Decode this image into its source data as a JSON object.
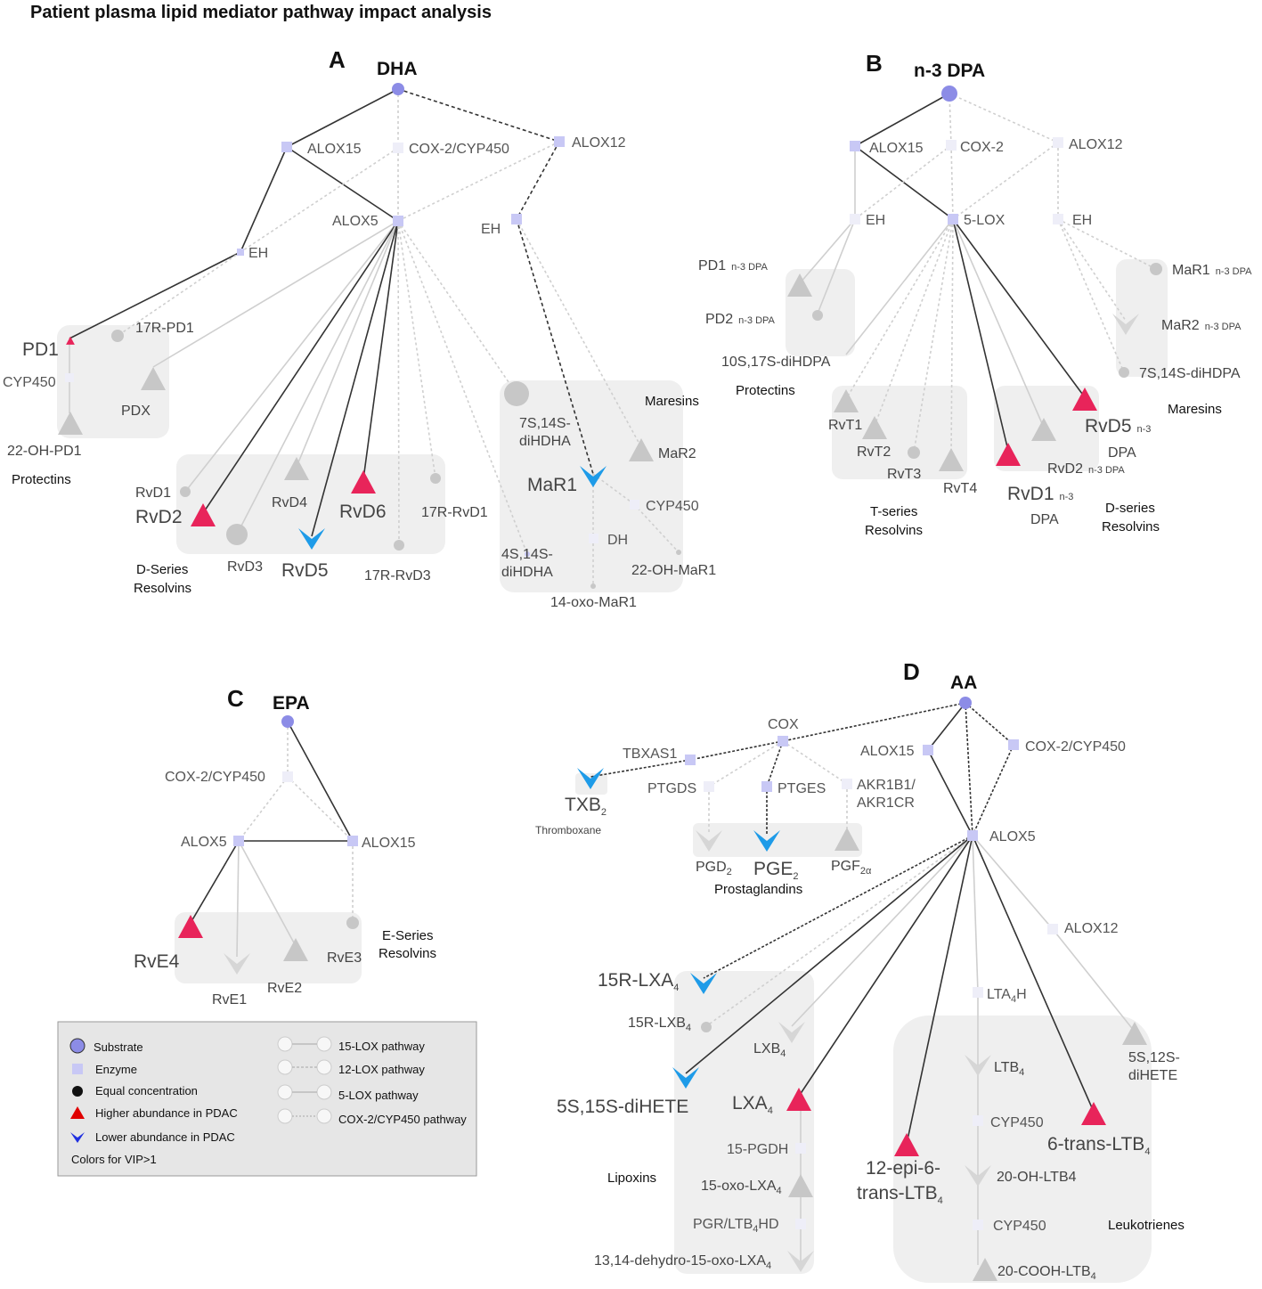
{
  "title": "Patient plasma lipid mediator pathway impact analysis",
  "colors": {
    "substrate": "#8c8ce6",
    "enzyme": "#c8c8f5",
    "enzyme_faint": "#eeeef8",
    "equal": "#c7c7c7",
    "higher": "#e8245a",
    "lower": "#1e9be8",
    "box": "#efefef"
  },
  "panels": {
    "A": {
      "letter": "A",
      "substrate": "DHA",
      "enzymes": {
        "alox15": "ALOX15",
        "cox2cyp": "COX-2/CYP450",
        "alox12": "ALOX12",
        "alox5": "ALOX5",
        "eh1": "EH",
        "eh2": "EH",
        "cyp450_1": "CYP450",
        "cyp450_2": "CYP450",
        "dh": "DH"
      },
      "metabolites": {
        "pd1": "PD1",
        "r17pd1": "17R-PD1",
        "pdx": "PDX",
        "oh22pd1": "22-OH-PD1",
        "rvd1": "RvD1",
        "rvd2": "RvD2",
        "rvd3": "RvD3",
        "rvd4": "RvD4",
        "rvd5": "RvD5",
        "rvd6": "RvD6",
        "r17rvd1": "17R-RvD1",
        "r17rvd3": "17R-RvD3",
        "s7s14a": "7S,14S-",
        "s7s14b": "diHDHA",
        "mar1": "MaR1",
        "mar2": "MaR2",
        "s4s14a": "4S,14S-",
        "s4s14b": "diHDHA",
        "oh22mar1": "22-OH-MaR1",
        "oxo14mar1": "14-oxo-MaR1"
      },
      "groups": {
        "protectins": "Protectins",
        "dres1": "D-Series",
        "dres2": "Resolvins",
        "maresins": "Maresins"
      }
    },
    "B": {
      "letter": "B",
      "substrate": "n-3 DPA",
      "enzymes": {
        "alox15": "ALOX15",
        "cox2": "COX-2",
        "alox12": "ALOX12",
        "eh1": "EH",
        "lox5": "5-LOX",
        "eh2": "EH"
      },
      "metabolites": {
        "pd1": "PD1",
        "pd2": "PD2",
        "diHDPA1017": "10S,17S-diHDPA",
        "mar1": "MaR1",
        "mar2": "MaR2",
        "diHDPA714": "7S,14S-diHDPA",
        "rvt1": "RvT1",
        "rvt2": "RvT2",
        "rvt3": "RvT3",
        "rvt4": "RvT4",
        "rvd1": "RvD1",
        "rvd2": "RvD2",
        "rvd5": "RvD5",
        "dpa": "DPA",
        "dpa2": "DPA"
      },
      "subscripts": {
        "n3dpa": "n-3 DPA",
        "n3": "n-3"
      },
      "groups": {
        "protectins": "Protectins",
        "maresins": "Maresins",
        "tser1": "T-series",
        "tser2": "Resolvins",
        "dser1": "D-series",
        "dser2": "Resolvins"
      }
    },
    "C": {
      "letter": "C",
      "substrate": "EPA",
      "enzymes": {
        "cox2cyp": "COX-2/CYP450",
        "alox5": "ALOX5",
        "alox15": "ALOX15"
      },
      "metabolites": {
        "rve4": "RvE4",
        "rve1": "RvE1",
        "rve2": "RvE2",
        "rve3": "RvE3"
      },
      "groups": {
        "eser1": "E-Series",
        "eser2": "Resolvins"
      }
    },
    "D": {
      "letter": "D",
      "substrate": "AA",
      "enzymes": {
        "cox": "COX",
        "tbxas1": "TBXAS1",
        "ptgds": "PTGDS",
        "ptges": "PTGES",
        "akr1": "AKR1B1/",
        "akr2": "AKR1CR",
        "alox15": "ALOX15",
        "cox2cyp": "COX-2/CYP450",
        "alox5": "ALOX5",
        "alox12": "ALOX12",
        "lta4h": "LTA",
        "lta4h_tail": "H",
        "pgdh15": "15-PGDH",
        "pgr": "PGR/LTB",
        "pgr_tail": "HD",
        "cyp450_1": "CYP450",
        "cyp450_2": "CYP450"
      },
      "metabolites": {
        "txb2": "TXB",
        "pgd2": "PGD",
        "pge2": "PGE",
        "pgf2a": "PGF",
        "lxa4_15r": "15R-LXA",
        "lxb4_15r": "15R-LXB",
        "lxb4": "LXB",
        "dihete515": "5S,15S-diHETE",
        "lxa4": "LXA",
        "oxolxa4": "15-oxo-LXA",
        "dehydro": "13,14-dehydro-15-oxo-LXA",
        "ltb4": "LTB",
        "oh20ltb4": "20-OH-LTB4",
        "cooh20ltb4": "20-COOH-LTB",
        "epi12a": "12-epi-6-",
        "epi12b": "trans-LTB",
        "trans6ltb4": "6-trans-LTB",
        "dihete5s12s_a": "5S,12S-",
        "dihete5s12s_b": "diHETE"
      },
      "subscripts": {
        "two": "2",
        "four": "4",
        "twoalpha": "2α"
      },
      "groups": {
        "thromboxane": "Thromboxane",
        "prostaglandins": "Prostaglandins",
        "lipoxins": "Lipoxins",
        "leukotrienes": "Leukotrienes"
      }
    }
  },
  "legend": {
    "substrate": "Substrate",
    "enzyme": "Enzyme",
    "equal": "Equal concentration",
    "higher": "Higher abundance in PDAC",
    "lower": "Lower abundance in PDAC",
    "vip": "Colors for VIP>1",
    "lox15": "15-LOX pathway",
    "lox12": "12-LOX pathway",
    "lox5": "5-LOX pathway",
    "cox2": "COX-2/CYP450 pathway"
  }
}
